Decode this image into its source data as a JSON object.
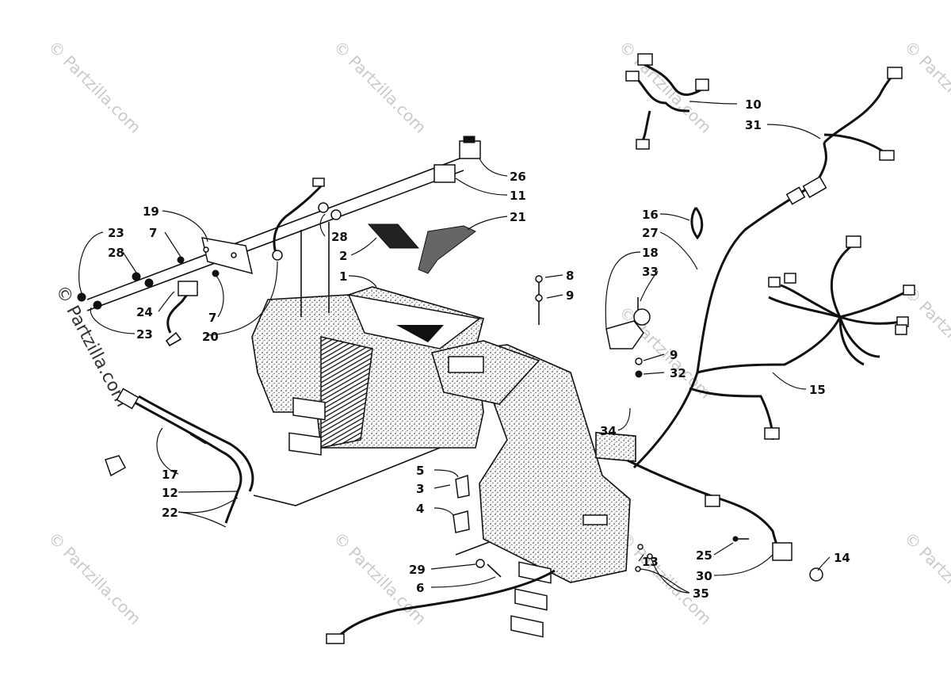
{
  "watermark": "© Partzilla.com",
  "callouts": [
    {
      "id": "c10",
      "text": "10"
    },
    {
      "id": "c31",
      "text": "31"
    },
    {
      "id": "c26",
      "text": "26"
    },
    {
      "id": "c11",
      "text": "11"
    },
    {
      "id": "c21",
      "text": "21"
    },
    {
      "id": "c16",
      "text": "16"
    },
    {
      "id": "c27",
      "text": "27"
    },
    {
      "id": "c18",
      "text": "18"
    },
    {
      "id": "c33",
      "text": "33"
    },
    {
      "id": "c8",
      "text": "8"
    },
    {
      "id": "c9a",
      "text": "9"
    },
    {
      "id": "c19",
      "text": "19"
    },
    {
      "id": "c7a",
      "text": "7"
    },
    {
      "id": "c23a",
      "text": "23"
    },
    {
      "id": "c28a",
      "text": "28"
    },
    {
      "id": "c28b",
      "text": "28"
    },
    {
      "id": "c2",
      "text": "2"
    },
    {
      "id": "c1",
      "text": "1"
    },
    {
      "id": "c24",
      "text": "24"
    },
    {
      "id": "c7b",
      "text": "7"
    },
    {
      "id": "c23b",
      "text": "23"
    },
    {
      "id": "c20",
      "text": "20"
    },
    {
      "id": "c9b",
      "text": "9"
    },
    {
      "id": "c32",
      "text": "32"
    },
    {
      "id": "c15",
      "text": "15"
    },
    {
      "id": "c34",
      "text": "34"
    },
    {
      "id": "c17",
      "text": "17"
    },
    {
      "id": "c12",
      "text": "12"
    },
    {
      "id": "c22",
      "text": "22"
    },
    {
      "id": "c5",
      "text": "5"
    },
    {
      "id": "c3",
      "text": "3"
    },
    {
      "id": "c4",
      "text": "4"
    },
    {
      "id": "c29",
      "text": "29"
    },
    {
      "id": "c6",
      "text": "6"
    },
    {
      "id": "c25",
      "text": "25"
    },
    {
      "id": "c14",
      "text": "14"
    },
    {
      "id": "c13",
      "text": "13"
    },
    {
      "id": "c30",
      "text": "30"
    },
    {
      "id": "c35",
      "text": "35"
    }
  ]
}
